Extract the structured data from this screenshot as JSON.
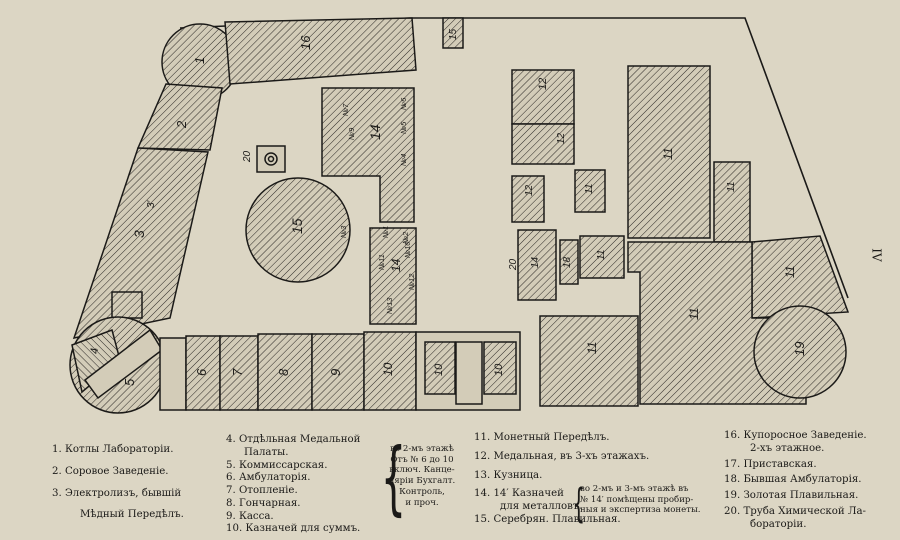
{
  "plan_labels": {
    "l1": "1",
    "l2": "2",
    "l3": "3",
    "l4": "4",
    "l5": "5",
    "l6": "6",
    "l7": "7",
    "l8": "8",
    "l9": "9",
    "l10": "10",
    "l10b": "10",
    "l10c": "10",
    "l11": "11",
    "l11b": "11",
    "l11c": "11",
    "l11d": "11",
    "l11e": "11",
    "l11f": "11",
    "l11g": "11",
    "l12": "12",
    "l12b": "12",
    "l12c": "12",
    "l14": "14",
    "l14b": "14",
    "l14c": "14",
    "l15": "15",
    "l15b": "15",
    "l16": "16",
    "l18": "18",
    "l19": "19",
    "l20": "20",
    "l3prime": "3′",
    "l20b": "20",
    "n1": "№1",
    "n2": "№2",
    "n3": "№3",
    "n4": "№4",
    "n5": "№5",
    "n6": "№6",
    "n7": "№7",
    "n9": "№9",
    "n10": "№10",
    "n11": "№11",
    "n12": "№12",
    "n13": "№13"
  },
  "legend": {
    "col1": [
      "1. Котлы Лабораторіи.",
      "2. Соровое Заведеніе.",
      "3. Электролизъ, бывшій",
      "Мѣдный Передѣлъ."
    ],
    "col2": [
      "4. Отдѣльная Медальной",
      "Палаты.",
      "5. Коммиссарская.",
      "6. Амбулаторія.",
      "7. Отопленіе.",
      "8. Гончарная.",
      "9. Касса.",
      "10. Казначей для суммъ."
    ],
    "col2_note": [
      "во 2-мъ этажѣ",
      "Отъ № 6 до 10",
      "включ. Канце-",
      "ляріи Бухгалт.",
      "Контроль,",
      "и проч."
    ],
    "col3": [
      "11. Монетный Передѣлъ.",
      "12. Медальная, въ 3-хъ этажахъ.",
      "13. Кузница.",
      "14. 14′ Казначей",
      "для металловъ.",
      "15. Серебрян. Плавильная."
    ],
    "col3_note": [
      "во 2-мъ и 3-мъ этажѣ въ",
      "№ 14′ помѣщены пробир-",
      "ныя и экспертиза монеты."
    ],
    "col4": [
      "16. Купоросное Заведеніе.",
      "2-хъ этажное.",
      "17. Приставская.",
      "18. Бывшая Амбулаторія.",
      "19. Золотая Плавильная.",
      "20. Труба Химической Ла-",
      "бораторіи."
    ],
    "side_numeral": "IV"
  },
  "colors": {
    "paper": "#dcd6c4",
    "ink": "#1b1a18",
    "hatch": "#2a2724"
  }
}
